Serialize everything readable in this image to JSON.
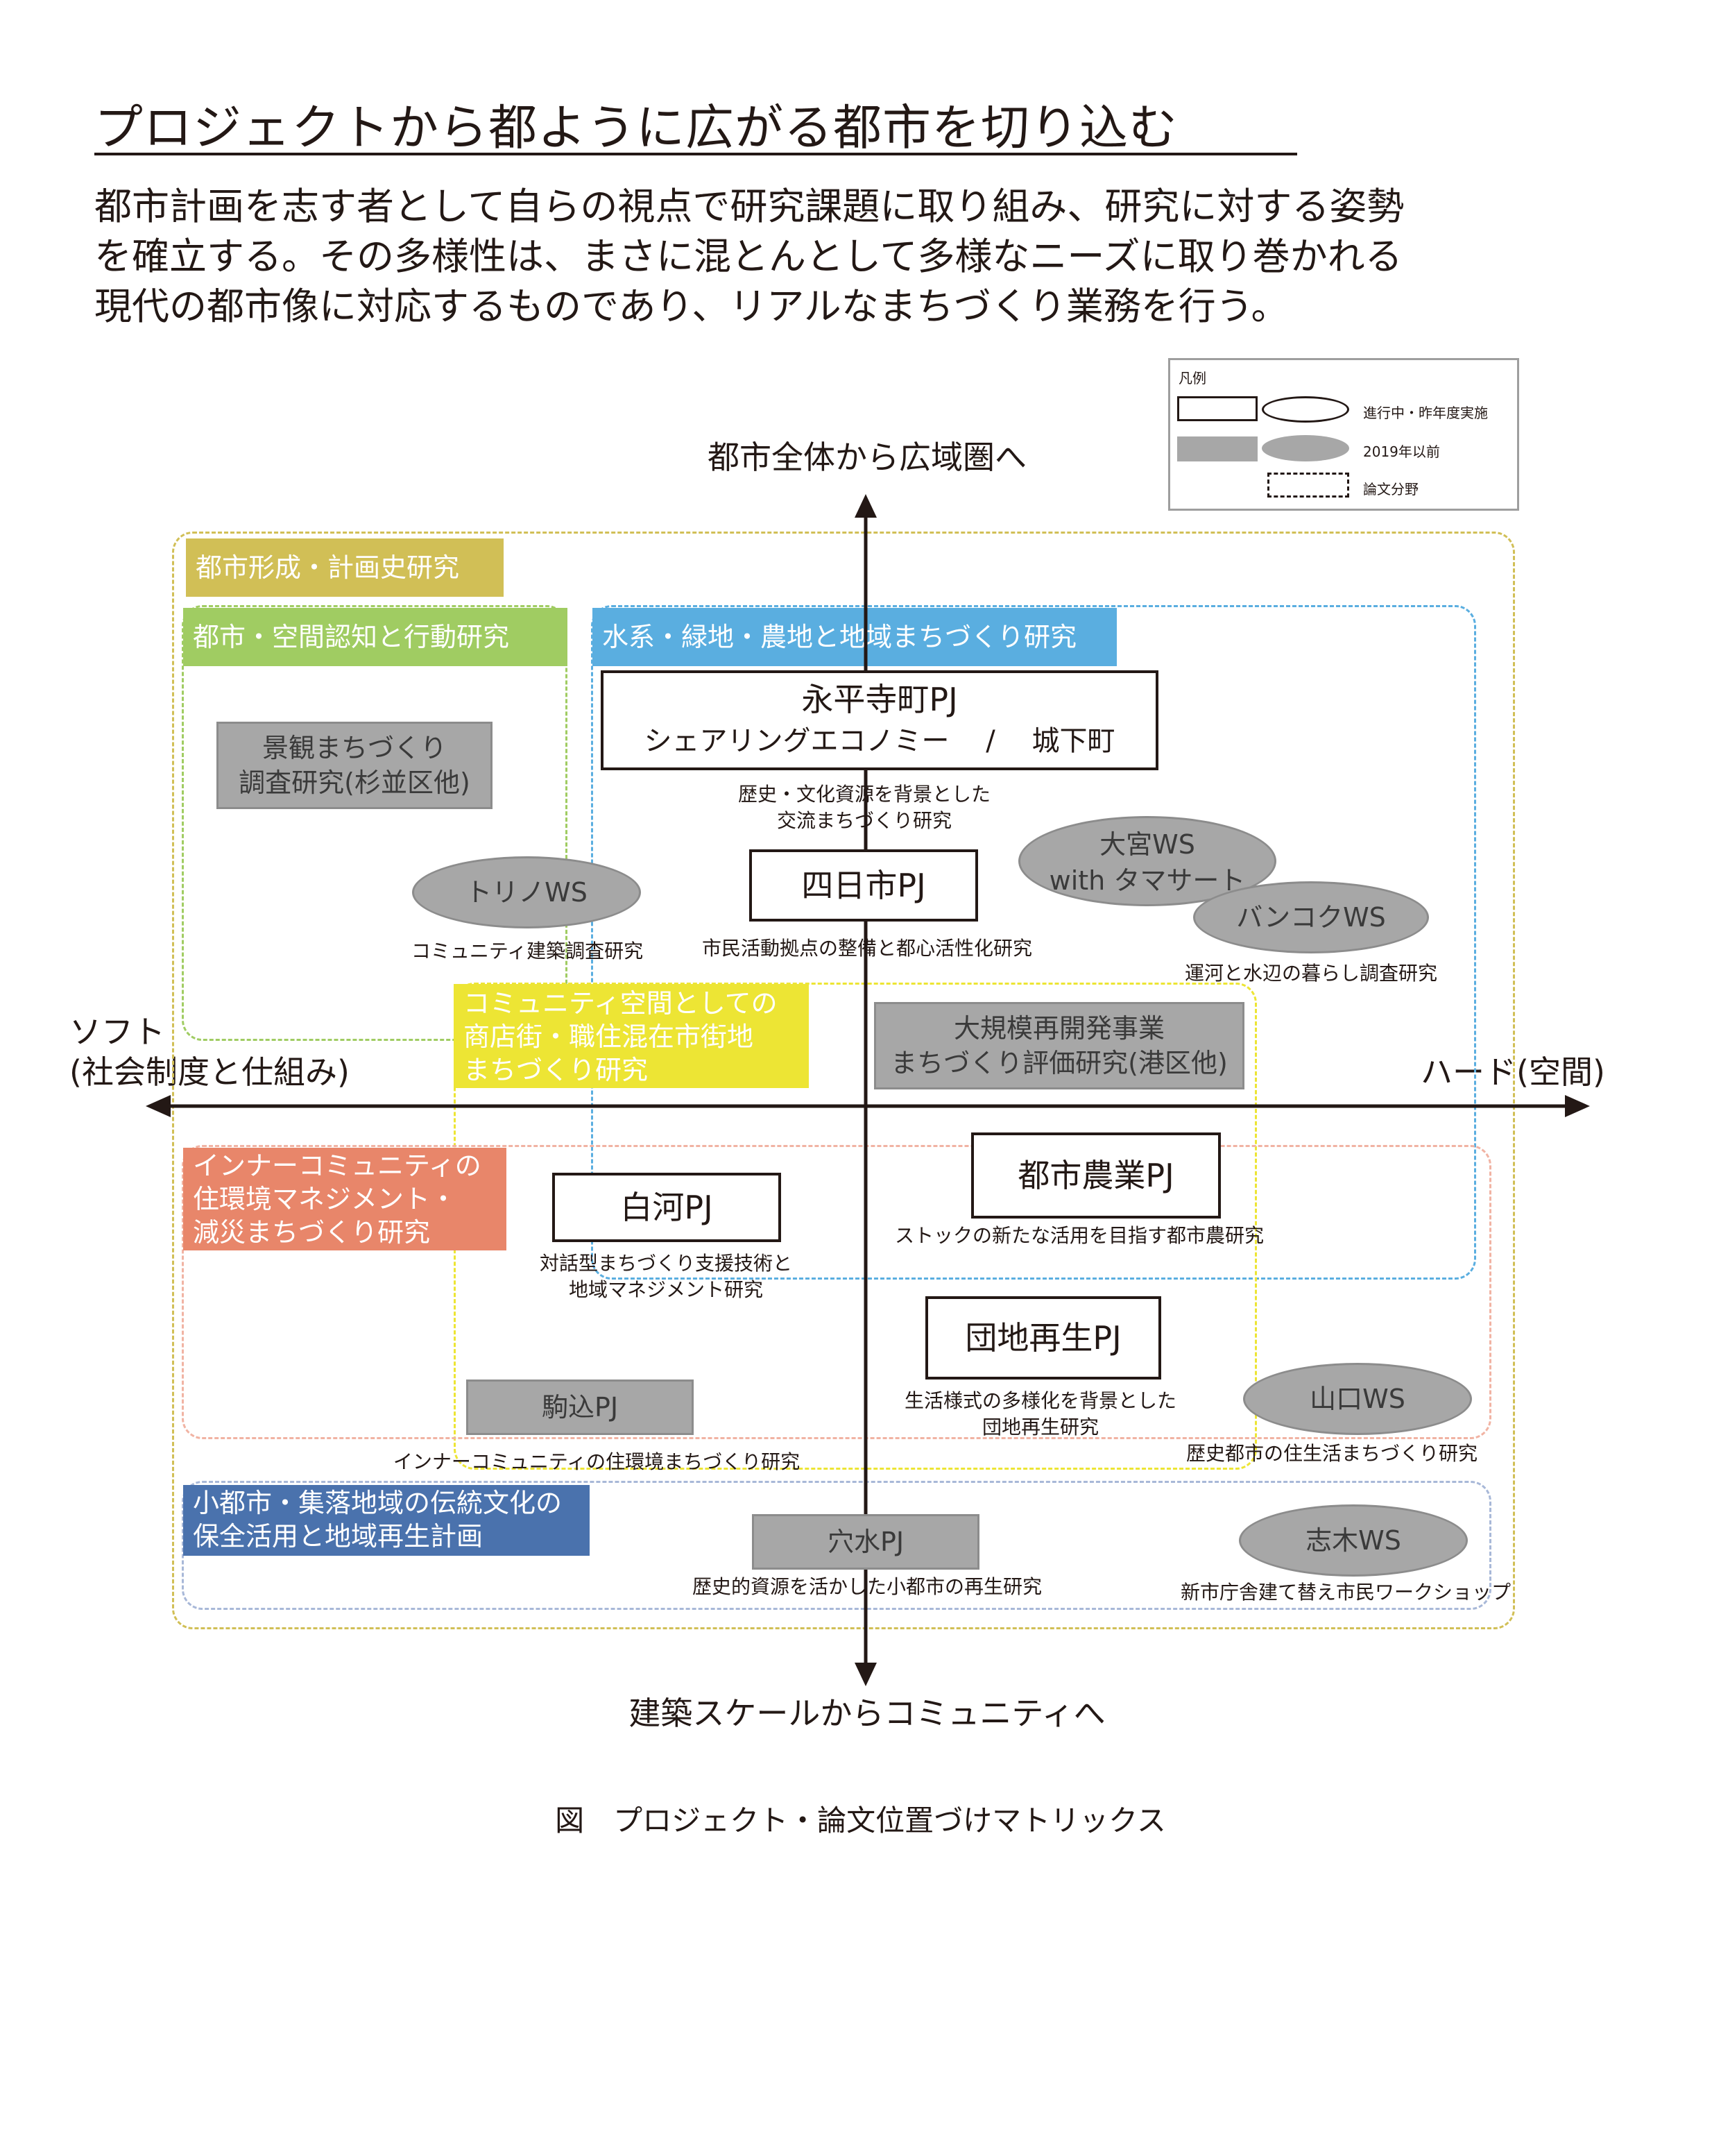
{
  "heading": "プロジェクトから都ように広がる都市を切り込む",
  "intro": [
    "都市計画を志す者として自らの視点で研究課題に取り組み、研究に対する姿勢",
    "を確立する。その多様性は、まさに混とんとして多様なニーズに取り巻かれる",
    "現代の都市像に対応するものであり、リアルなまちづくり業務を行う。"
  ],
  "legend": {
    "title": "凡例",
    "current": "進行中・昨年度実施",
    "past": "2019年以前",
    "paper": "論文分野"
  },
  "axes": {
    "top": "都市全体から広域圏へ",
    "bottom": "建築スケールからコミュニティへ",
    "left_line1": "ソフト",
    "left_line2": "(社会制度と仕組み)",
    "right": "ハード(空間)"
  },
  "areas": {
    "history": "都市形成・計画史研究",
    "cognition": "都市・空間認知と行動研究",
    "water": "水系・緑地・農地と地域まちづくり研究",
    "commercial": [
      "コミュニティ空間としての",
      "商店街・職住混在市街地",
      "まちづくり研究"
    ],
    "inner": [
      "インナーコミュニティの",
      "住環境マネジメント・",
      "減災まちづくり研究"
    ],
    "small_town": [
      "小都市・集落地域の伝統文化の",
      "保全活用と地域再生計画"
    ]
  },
  "colors": {
    "history": "#d1bf56",
    "cognition": "#a0cc62",
    "water": "#5aaee0",
    "commercial": "#ede534",
    "inner": "#e8866a",
    "small_town": "#4a72ad",
    "past_fill": "#a7a7a7"
  },
  "projects": {
    "eiheiji": {
      "title": "永平寺町PJ",
      "sub": "シェアリングエコノミー　 /　 城下町",
      "caption": [
        "歴史・文化資源を背景とした",
        "交流まちづくり研究"
      ]
    },
    "yokkaichi": {
      "title": "四日市PJ",
      "caption": "市民活動拠点の整備と都心活性化研究"
    },
    "shirakawa": {
      "title": "白河PJ",
      "caption": [
        "対話型まちづくり支援技術と",
        "地域マネジメント研究"
      ]
    },
    "urban_farm": {
      "title": "都市農業PJ",
      "caption": "ストックの新たな活用を目指す都市農研究"
    },
    "danchi": {
      "title": "団地再生PJ",
      "caption": [
        "生活様式の多様化を背景とした",
        "団地再生研究"
      ]
    }
  },
  "past_projects": {
    "landscape": [
      "景観まちづくり",
      "調査研究(杉並区他)"
    ],
    "redevelopment": [
      "大規模再開発事業",
      "まちづくり評価研究(港区他)"
    ],
    "komagome": "駒込PJ",
    "anamizu": "穴水PJ",
    "anamizu_caption": "歴史的資源を活かした小都市の再生研究"
  },
  "workshops": {
    "torino": "トリノWS",
    "torino_caption": "コミュニティ建築調査研究",
    "omiya": [
      "大宮WS",
      "with タマサート"
    ],
    "bangkok": "バンコクWS",
    "bangkok_caption": "運河と水辺の暮らし調査研究",
    "yamaguchi": "山口WS",
    "yamaguchi_caption": "歴史都市の住生活まちづくり研究",
    "shiki": "志木WS",
    "shiki_caption": "新市庁舎建て替え市民ワークショップ"
  },
  "inner_caption": "インナーコミュニティの住環境まちづくり研究",
  "figure_caption": "図　プロジェクト・論文位置づけマトリックス"
}
